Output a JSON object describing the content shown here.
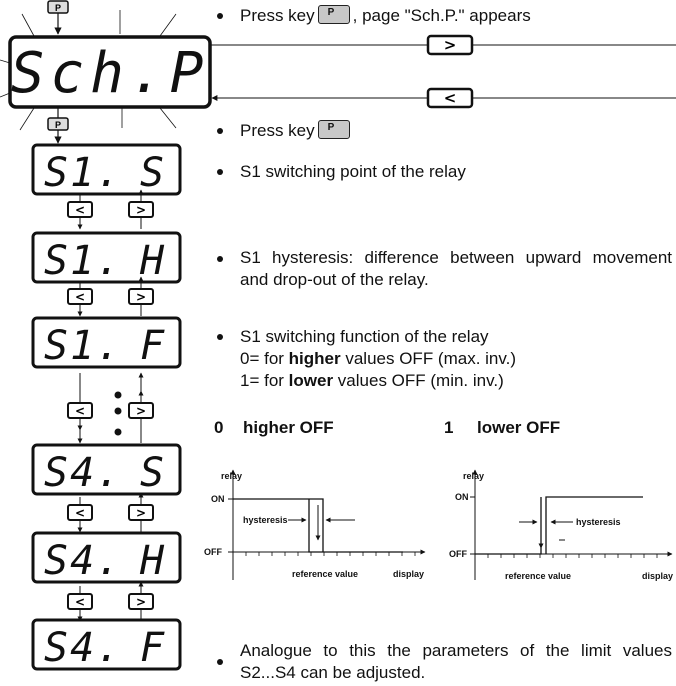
{
  "displays": [
    {
      "id": "schp",
      "text": "Sch.P"
    },
    {
      "id": "s1s",
      "left": "S1.",
      "right": "S"
    },
    {
      "id": "s1h",
      "left": "S1.",
      "right": "H"
    },
    {
      "id": "s1f",
      "left": "S1.",
      "right": "F"
    },
    {
      "id": "s4s",
      "left": "S4.",
      "right": "S"
    },
    {
      "id": "s4h",
      "left": "S4.",
      "right": "H"
    },
    {
      "id": "s4f",
      "left": "S4.",
      "right": "F"
    }
  ],
  "keys": {
    "p": "P",
    "next": ">",
    "prev": "<"
  },
  "text": {
    "step1_pre": "Press key",
    "step1_post": ", page \"Sch.P.\" appears",
    "step2_pre": "Press key",
    "s1_switching": "S1 switching point of the relay",
    "s1_hysteresis": "S1 hysteresis: difference between upward movement and drop-out of the relay.",
    "s1_function_line1": "S1 switching function of the relay",
    "s1_function_line2_pre": "0= for ",
    "s1_function_line2_bold": "higher",
    "s1_function_line2_post": " values OFF (max. inv.)",
    "s1_function_line3_pre": "1= for ",
    "s1_function_line3_bold": "lower",
    "s1_function_line3_post": " values OFF (min. inv.)",
    "mode0_num": "0",
    "mode0_label": "higher OFF",
    "mode1_num": "1",
    "mode1_label": "lower OFF",
    "analogue": "Analogue to this the parameters of the limit values S2...S4 can be adjusted."
  },
  "chart_labels": {
    "relay": "relay",
    "on": "ON",
    "off": "OFF",
    "hysteresis": "hysteresis",
    "reference_value": "reference value",
    "display": "display"
  }
}
